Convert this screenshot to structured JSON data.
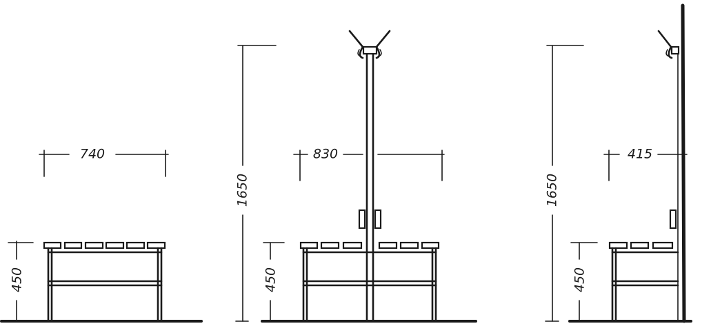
{
  "views": [
    {
      "id": "bench-single",
      "dimensions": {
        "width": "740",
        "seat_height": "450"
      }
    },
    {
      "id": "bench-double-with-rack",
      "dimensions": {
        "width": "830",
        "height": "1650",
        "seat_height": "450"
      }
    },
    {
      "id": "bench-wall-with-rack",
      "dimensions": {
        "width": "415",
        "height": "1650",
        "seat_height": "450"
      }
    }
  ],
  "colors": {
    "ink": "#1a1a1a",
    "paper": "#ffffff"
  }
}
